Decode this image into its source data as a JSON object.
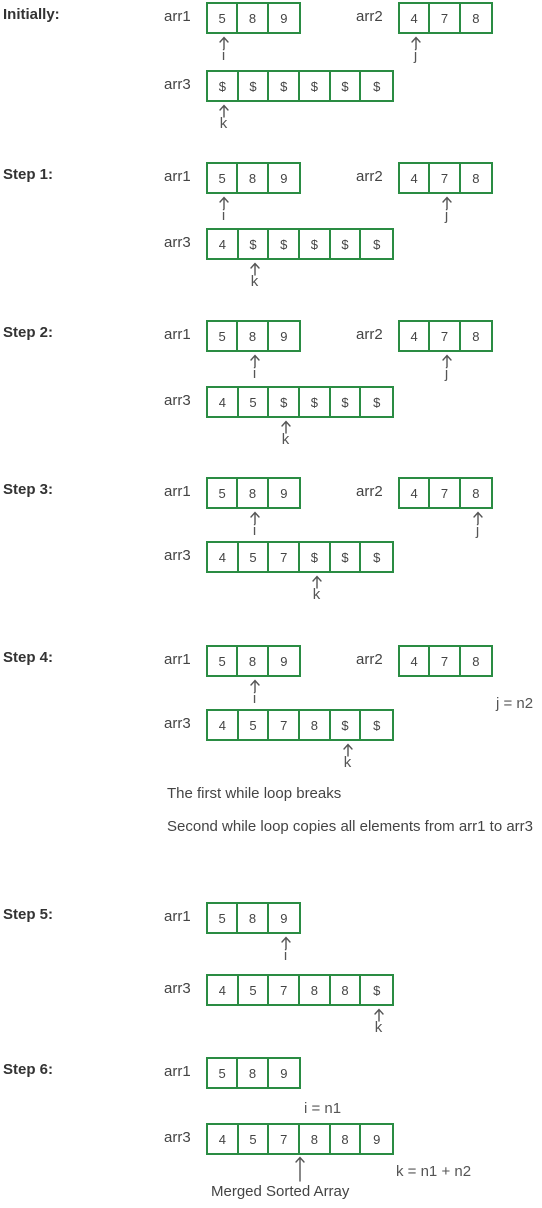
{
  "steps": [
    {
      "label": "Initially:",
      "arrays": [
        {
          "name": "arr1",
          "cells": [
            "5",
            "8",
            "9"
          ]
        },
        {
          "name": "arr2",
          "cells": [
            "4",
            "7",
            "8"
          ]
        },
        {
          "name": "arr3",
          "cells": [
            "$",
            "$",
            "$",
            "$",
            "$",
            "$"
          ]
        }
      ],
      "pointers": [
        {
          "name": "i",
          "array": "arr1",
          "index": 0
        },
        {
          "name": "j",
          "array": "arr2",
          "index": 0
        },
        {
          "name": "k",
          "array": "arr3",
          "index": 0
        }
      ],
      "notes": []
    },
    {
      "label": "Step 1:",
      "arrays": [
        {
          "name": "arr1",
          "cells": [
            "5",
            "8",
            "9"
          ]
        },
        {
          "name": "arr2",
          "cells": [
            "4",
            "7",
            "8"
          ]
        },
        {
          "name": "arr3",
          "cells": [
            "4",
            "$",
            "$",
            "$",
            "$",
            "$"
          ]
        }
      ],
      "pointers": [
        {
          "name": "i",
          "array": "arr1",
          "index": 0
        },
        {
          "name": "j",
          "array": "arr2",
          "index": 1
        },
        {
          "name": "k",
          "array": "arr3",
          "index": 1
        }
      ],
      "notes": []
    },
    {
      "label": "Step 2:",
      "arrays": [
        {
          "name": "arr1",
          "cells": [
            "5",
            "8",
            "9"
          ]
        },
        {
          "name": "arr2",
          "cells": [
            "4",
            "7",
            "8"
          ]
        },
        {
          "name": "arr3",
          "cells": [
            "4",
            "5",
            "$",
            "$",
            "$",
            "$"
          ]
        }
      ],
      "pointers": [
        {
          "name": "i",
          "array": "arr1",
          "index": 1
        },
        {
          "name": "j",
          "array": "arr2",
          "index": 1
        },
        {
          "name": "k",
          "array": "arr3",
          "index": 2
        }
      ],
      "notes": []
    },
    {
      "label": "Step 3:",
      "arrays": [
        {
          "name": "arr1",
          "cells": [
            "5",
            "8",
            "9"
          ]
        },
        {
          "name": "arr2",
          "cells": [
            "4",
            "7",
            "8"
          ]
        },
        {
          "name": "arr3",
          "cells": [
            "4",
            "5",
            "7",
            "$",
            "$",
            "$"
          ]
        }
      ],
      "pointers": [
        {
          "name": "i",
          "array": "arr1",
          "index": 1
        },
        {
          "name": "j",
          "array": "arr2",
          "index": 2
        },
        {
          "name": "k",
          "array": "arr3",
          "index": 3
        }
      ],
      "notes": []
    },
    {
      "label": "Step 4:",
      "arrays": [
        {
          "name": "arr1",
          "cells": [
            "5",
            "8",
            "9"
          ]
        },
        {
          "name": "arr2",
          "cells": [
            "4",
            "7",
            "8"
          ]
        },
        {
          "name": "arr3",
          "cells": [
            "4",
            "5",
            "7",
            "8",
            "$",
            "$"
          ]
        }
      ],
      "pointers": [
        {
          "name": "i",
          "array": "arr1",
          "index": 1
        },
        {
          "name": "k",
          "array": "arr3",
          "index": 4
        }
      ],
      "notes": [
        {
          "text": "j = n2",
          "near": "arr2"
        }
      ]
    },
    {
      "label": "Step 5:",
      "arrays": [
        {
          "name": "arr1",
          "cells": [
            "5",
            "8",
            "9"
          ]
        },
        {
          "name": "arr3",
          "cells": [
            "4",
            "5",
            "7",
            "8",
            "8",
            "$"
          ]
        }
      ],
      "pointers": [
        {
          "name": "i",
          "array": "arr1",
          "index": 2
        },
        {
          "name": "k",
          "array": "arr3",
          "index": 5
        }
      ],
      "notes": []
    },
    {
      "label": "Step 6:",
      "arrays": [
        {
          "name": "arr1",
          "cells": [
            "5",
            "8",
            "9"
          ]
        },
        {
          "name": "arr3",
          "cells": [
            "4",
            "5",
            "7",
            "8",
            "8",
            "9"
          ]
        }
      ],
      "pointers": [],
      "notes": [
        {
          "text": "i = n1",
          "near": "arr1"
        },
        {
          "text": "k = n1 + n2",
          "near": "arr3"
        }
      ]
    }
  ],
  "texts": {
    "first_loop": "The first while loop breaks",
    "second_loop": "Second while loop copies all elements from arr1 to arr3",
    "merged": "Merged Sorted Array"
  },
  "colors": {
    "box": "#2a8c43",
    "text": "#444444",
    "pointer": "#555555"
  }
}
